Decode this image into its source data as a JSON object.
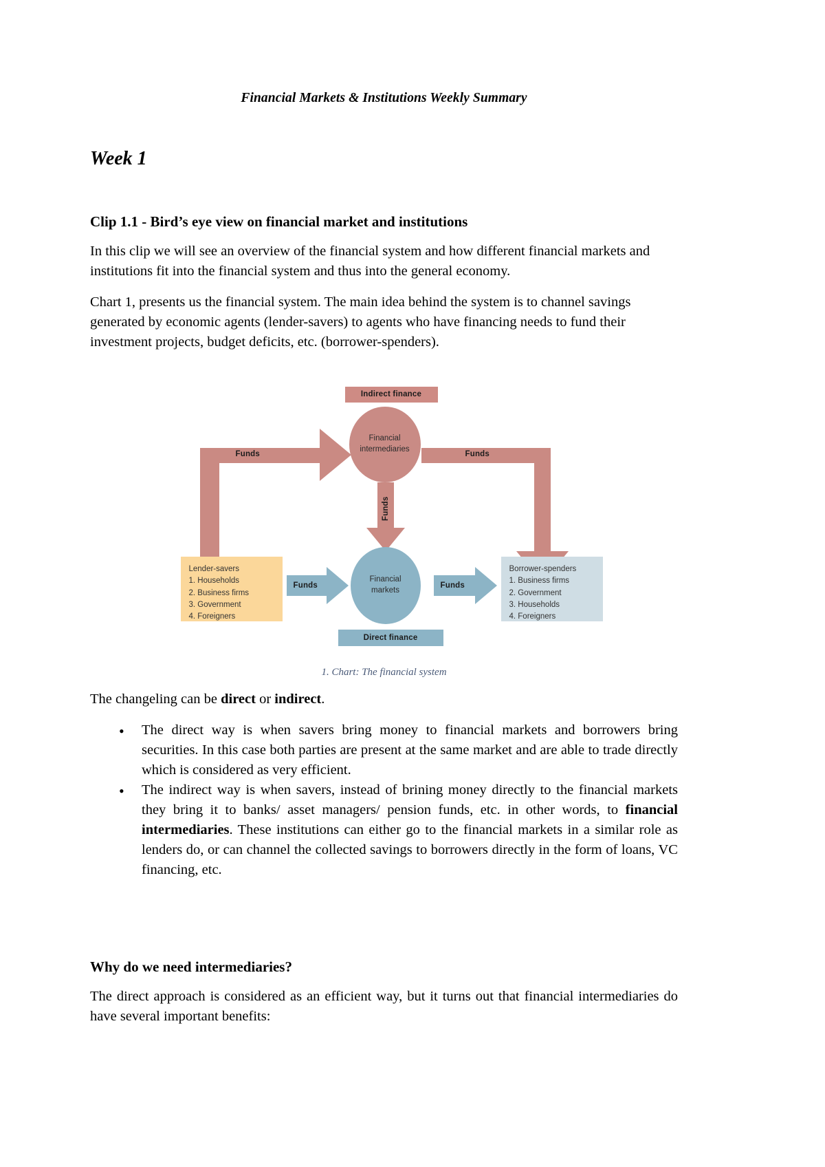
{
  "document": {
    "header_title": "Financial Markets & Institutions Weekly Summary",
    "week_heading": "Week 1"
  },
  "sections": {
    "clip_heading": "Clip 1.1 - Bird’s eye view on financial market and institutions",
    "para_1": "In this clip we will see an overview of the financial system and how different financial markets and institutions fit into the financial system and thus into the general economy.",
    "para_2": "Chart 1, presents us the financial system. The main idea behind the system is to channel savings generated by economic agents (lender-savers) to agents who have financing needs to fund their investment projects, budget deficits, etc. (borrower-spenders).",
    "changeling_prefix": "The changeling can be ",
    "changeling_direct": "direct",
    "changeling_middle": " or ",
    "changeling_indirect": "indirect",
    "changeling_suffix": ".",
    "why_heading": "Why do we need intermediaries?",
    "why_para": "The direct approach is considered as an efficient way, but it turns out that financial intermediaries do have several important benefits:"
  },
  "bullets": [
    {
      "text": "The direct way is when savers bring money to financial markets and borrowers bring securities. In this case both parties are present at the same market and are able to trade directly which is considered as very efficient."
    },
    {
      "text_before": "The indirect way is when savers, instead of brining money directly to the financial markets they bring it to banks/ asset managers/ pension funds, etc. in other words, to ",
      "bold": "financial intermediaries",
      "text_after": ". These institutions can either go to the financial markets in a similar role as lenders do, or can channel the collected savings to borrowers directly in the form of loans, VC financing, etc."
    }
  ],
  "chart_data": {
    "type": "diagram",
    "title": "The financial system",
    "caption": "1. Chart: The financial system",
    "nodes": [
      {
        "id": "indirect-finance",
        "label": "Indirect finance",
        "shape": "bar",
        "color": "#ce8b84"
      },
      {
        "id": "financial-intermediaries",
        "label": "Financial intermediaries",
        "label_line1": "Financial",
        "label_line2": "intermediaries",
        "shape": "ellipse",
        "color": "#c98b85"
      },
      {
        "id": "lender-savers",
        "label": "Lender-savers",
        "shape": "box",
        "color": "#fbd79a",
        "items": [
          "1. Households",
          "2. Business firms",
          "3. Government",
          "4. Foreigners"
        ]
      },
      {
        "id": "financial-markets",
        "label": "Financial markets",
        "label_line1": "Financial",
        "label_line2": "markets",
        "shape": "ellipse",
        "color": "#8cb4c6"
      },
      {
        "id": "borrower-spenders",
        "label": "Borrower-spenders",
        "shape": "box",
        "color": "#cfdde4",
        "items": [
          "1. Business firms",
          "2. Government",
          "3. Households",
          "4. Foreigners"
        ]
      },
      {
        "id": "direct-finance",
        "label": "Direct finance",
        "shape": "bar",
        "color": "#8cb4c6"
      }
    ],
    "flows": [
      {
        "id": "funds-lenders-to-intermediaries",
        "label": "Funds",
        "color": "#ca8a83"
      },
      {
        "id": "funds-intermediaries-to-borrowers",
        "label": "Funds",
        "color": "#ca8a83"
      },
      {
        "id": "funds-intermediaries-to-markets",
        "label": "Funds",
        "color": "#ca8a83"
      },
      {
        "id": "funds-lenders-to-markets",
        "label": "Funds",
        "color": "#8cb4c6"
      },
      {
        "id": "funds-markets-to-borrowers",
        "label": "Funds",
        "color": "#8cb4c6"
      }
    ],
    "colors": {
      "indirect": "#ca8a83",
      "direct": "#8cb4c6",
      "lenders": "#fbd79a",
      "borrowers": "#cfdde4"
    }
  }
}
